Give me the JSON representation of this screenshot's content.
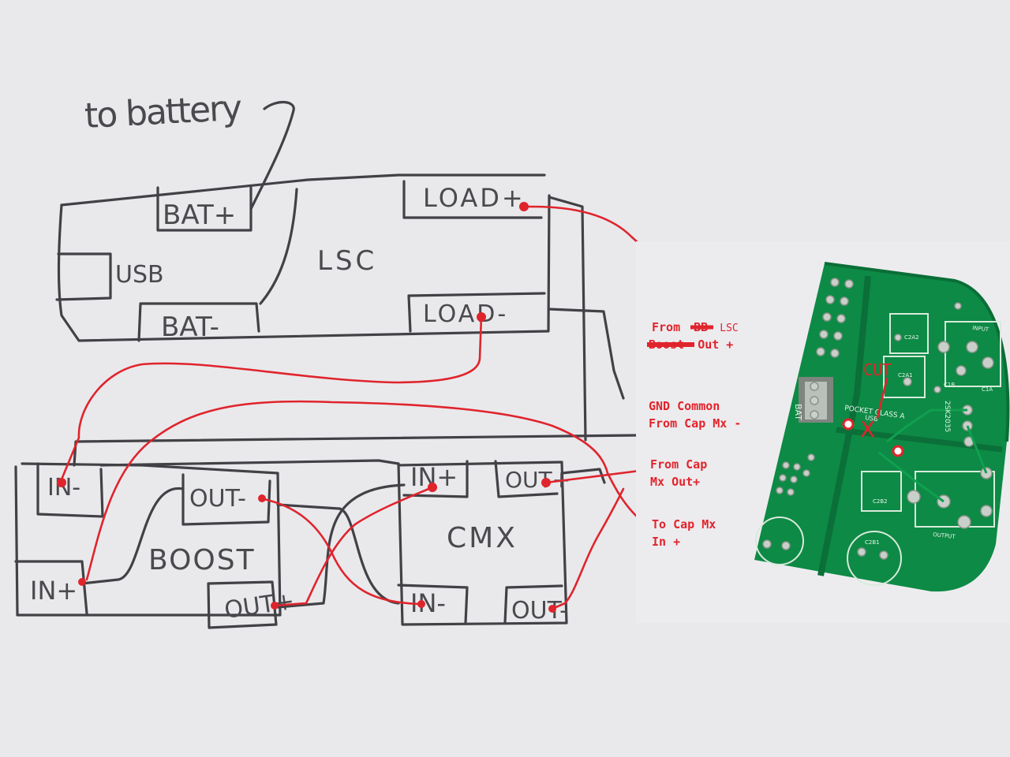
{
  "sketch": {
    "to_battery": "to battery",
    "lsc": {
      "name": "LSC",
      "bat_plus": "BAT+",
      "bat_minus": "BAT-",
      "usb": "USB",
      "load_plus": "LOAD+",
      "load_minus": "LOAD-"
    },
    "boost": {
      "name": "BOOST",
      "in_minus": "IN-",
      "in_plus": "IN+",
      "out_minus": "OUT-",
      "out_plus": "OUT+"
    },
    "cmx": {
      "name": "CMX",
      "in_plus": "IN+",
      "in_minus": "IN-",
      "out_plus": "OUT+",
      "out_minus": "OUT-"
    }
  },
  "board_labels": {
    "from_lsc_a": "From",
    "from_lsc_struck": "BB",
    "from_lsc_b": "LSC",
    "from_lsc_struck2": "Boost",
    "from_lsc_c": "Out +",
    "gnd_line1": "GND Common",
    "gnd_line2": "From Cap Mx -",
    "capmx_line1": "From Cap",
    "capmx_line2": "Mx Out+",
    "tocap_line1": "To Cap Mx",
    "tocap_line2": "In +",
    "cut": "CUT",
    "cut_mark": "X"
  },
  "pcb_silk": {
    "bat": "BAT",
    "title": "POCKET CLASS A",
    "usb": "USB",
    "input": "INPUT",
    "output": "OUTPUT",
    "c2a2": "C2A2",
    "c2a1": "C2A1",
    "c1b": "C1B",
    "c1a": "C1A",
    "c2b2": "C2B2",
    "c2b1": "C2B1",
    "part_num": "2SK2035"
  },
  "colors": {
    "paper": "#e9e9ec",
    "ink": "#414146",
    "annotation_red": "#e0242c",
    "pcb_green": "#0d8a45"
  }
}
